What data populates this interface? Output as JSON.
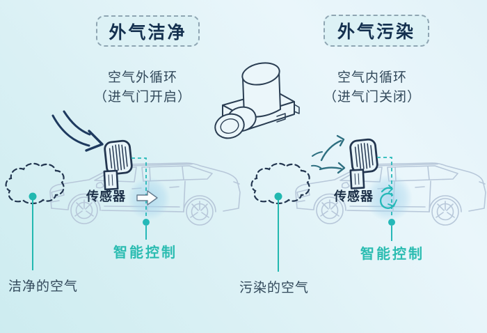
{
  "panels": {
    "left": {
      "badge": "外气洁净",
      "mode_line1": "空气外循环",
      "mode_line2": "（进气门开启）",
      "sensor_label": "传感器",
      "control_label": "智能控制",
      "air_label": "洁净的空气"
    },
    "right": {
      "badge": "外气污染",
      "mode_line1": "空气内循环",
      "mode_line2": "（进气门关闭）",
      "sensor_label": "传感器",
      "control_label": "智能控制",
      "air_label": "污染的空气"
    }
  },
  "icons": {
    "center_device": "cabin-air-quality-sensor-device",
    "left_flow": "intake-curved-arrow",
    "right_flow": "deflected-air-arrows",
    "left_interior": "airflow-right-arrow",
    "right_interior": "recirculation-arrow",
    "cloud": "air-cloud-dashed-outline",
    "vent": "air-vent-grille",
    "sensor_module": "sensor-module-box"
  },
  "colors": {
    "teal_accent": "#22b8b0",
    "teal_text": "#2bbcb1",
    "navy_text": "#14304f",
    "body_text": "#31485a",
    "car_line": "#b7c7d9",
    "dark_arrow": "#1e3a5f",
    "deflect_arrow": "#2e6f80",
    "badge_bg": "#dcf1f5"
  }
}
